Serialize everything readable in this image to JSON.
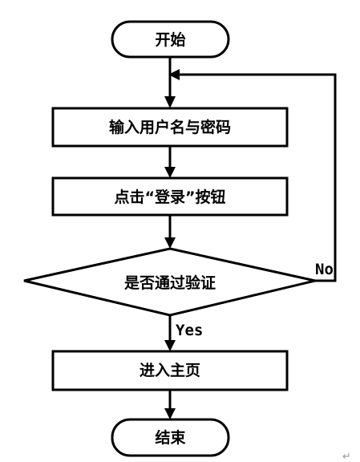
{
  "diagram": {
    "nodes": {
      "start": "开始",
      "input": "输入用户名与密码",
      "click": "点击“登录”按钮",
      "decision": "是否通过验证",
      "home": "进入主页",
      "end": "结束"
    },
    "edges": {
      "yes": "Yes",
      "no": "No"
    },
    "paragraph_mark": "↵"
  }
}
